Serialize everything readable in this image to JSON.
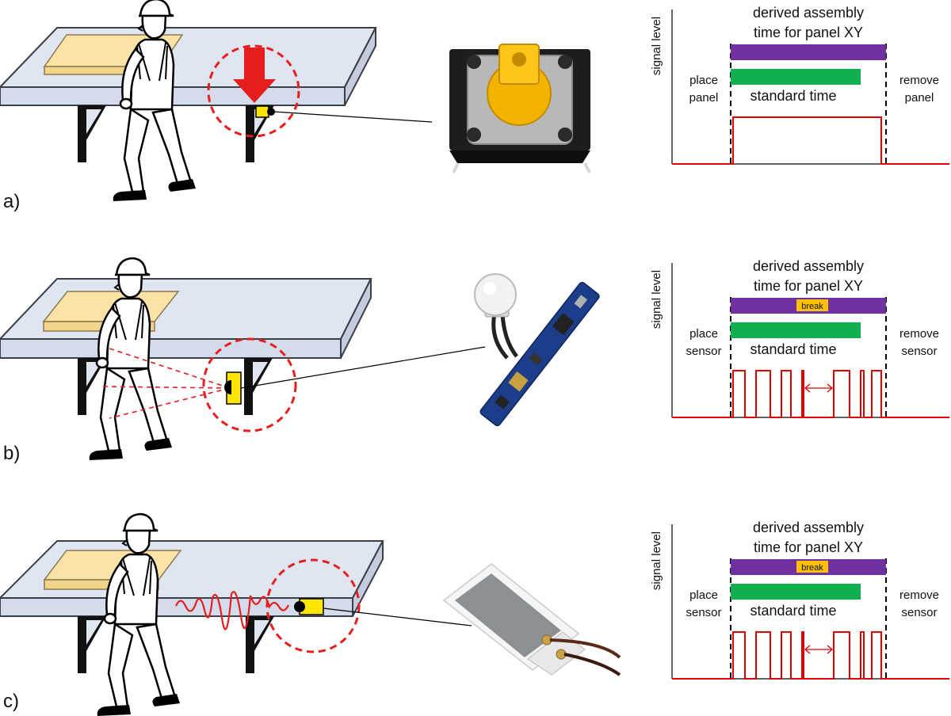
{
  "colors": {
    "table_top": "#dfe5f1",
    "table_edge": "#3a3f48",
    "board": "#fbe3a6",
    "leg": "#111111",
    "highlight_red": "#e61e1e",
    "sensor_yellow": "#ffe500",
    "bar_purple": "#7030a0",
    "bar_green": "#10b050",
    "break_orange": "#ffc000",
    "signal_red": "#e00000"
  },
  "panels": [
    {
      "id": "a",
      "label": "a)",
      "sensor_icon": "push-button-icon",
      "chart": {
        "ylabel": "signal level",
        "title_line1": "derived assembly",
        "title_line2": "time for panel XY",
        "break_label": "",
        "standard_label": "standard time",
        "left_line1": "place",
        "left_line2": "panel",
        "right_line1": "remove",
        "right_line2": "panel"
      }
    },
    {
      "id": "b",
      "label": "b)",
      "sensor_icon": "pir-motion-sensor-icon",
      "chart": {
        "ylabel": "signal level",
        "title_line1": "derived assembly",
        "title_line2": "time for panel XY",
        "break_label": "break",
        "standard_label": "standard time",
        "left_line1": "place",
        "left_line2": "sensor",
        "right_line1": "remove",
        "right_line2": "sensor"
      }
    },
    {
      "id": "c",
      "label": "c)",
      "sensor_icon": "piezo-vibration-sensor-icon",
      "chart": {
        "ylabel": "signal level",
        "title_line1": "derived assembly",
        "title_line2": "time for panel XY",
        "break_label": "break",
        "standard_label": "standard time",
        "left_line1": "place",
        "left_line2": "sensor",
        "right_line1": "remove",
        "right_line2": "sensor"
      }
    }
  ]
}
